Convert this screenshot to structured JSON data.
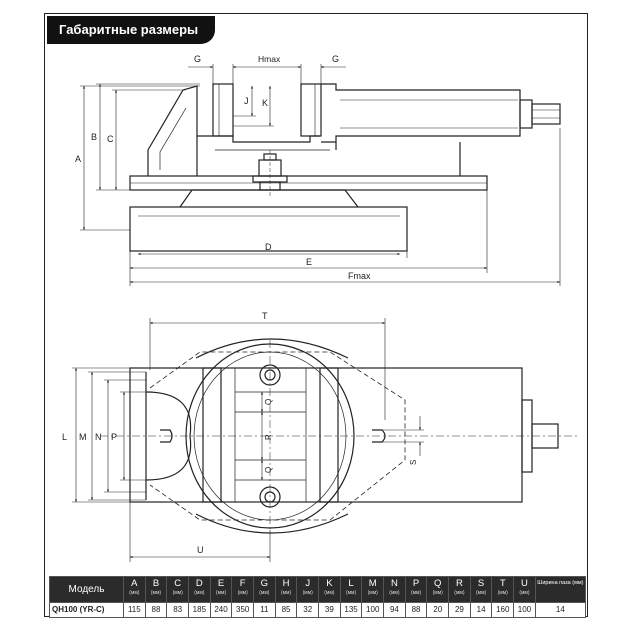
{
  "header": {
    "title": "Габаритные размеры"
  },
  "side_view": {
    "labels": [
      "G",
      "Hmax",
      "G",
      "J",
      "K",
      "A",
      "B",
      "C",
      "D",
      "E",
      "Fmax"
    ]
  },
  "top_view": {
    "labels": [
      "T",
      "L",
      "M",
      "N",
      "P",
      "Q",
      "R",
      "Q",
      "S",
      "U"
    ]
  },
  "table": {
    "model_header": "Модель",
    "unit": "(мм)",
    "width_header": "Ширина паза (мм)",
    "columns": [
      "A",
      "B",
      "C",
      "D",
      "E",
      "F",
      "G",
      "H",
      "J",
      "K",
      "L",
      "M",
      "N",
      "P",
      "Q",
      "R",
      "S",
      "T",
      "U"
    ],
    "row": {
      "model": "QH100 (YR-C)",
      "values": [
        "115",
        "88",
        "83",
        "185",
        "240",
        "350",
        "11",
        "85",
        "32",
        "39",
        "135",
        "100",
        "94",
        "88",
        "20",
        "29",
        "14",
        "160",
        "100"
      ],
      "width": "14"
    }
  },
  "colors": {
    "line": "#222222",
    "header_bg": "#111111",
    "table_head_bg": "#2b2b2b"
  }
}
